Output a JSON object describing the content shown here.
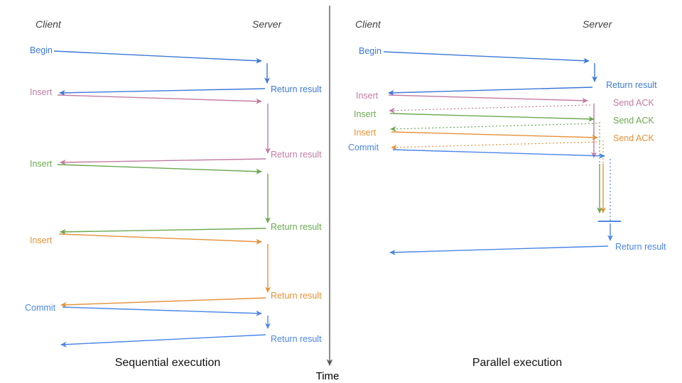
{
  "palette": {
    "begin_blue": "#3c78d8",
    "commit_blue": "#4a86e8",
    "insert_pink": "#c27ba0",
    "insert_green": "#6aa84f",
    "insert_orange": "#e69138",
    "time_axis_gray": "#595959",
    "lifeline_header_gray": "#434343"
  },
  "left": {
    "client": "Client",
    "server": "Server",
    "caption": "Sequential execution",
    "ops": [
      {
        "label": "Begin",
        "response": "Return result",
        "color": "#3c78d8"
      },
      {
        "label": "Insert",
        "response": "Return result",
        "color": "#c27ba0"
      },
      {
        "label": "Insert",
        "response": "Return result",
        "color": "#6aa84f"
      },
      {
        "label": "Insert",
        "response": "Return result",
        "color": "#e69138"
      },
      {
        "label": "Commit",
        "response": "Return result",
        "color": "#4a86e8"
      }
    ]
  },
  "right": {
    "client": "Client",
    "server": "Server",
    "caption": "Parallel execution",
    "ops": [
      {
        "label": "Begin",
        "response": "Return result",
        "color": "#3c78d8"
      },
      {
        "label": "Insert",
        "response": "Send ACK",
        "color": "#c27ba0"
      },
      {
        "label": "Insert",
        "response": "Send ACK",
        "color": "#6aa84f"
      },
      {
        "label": "Insert",
        "response": "Send ACK",
        "color": "#e69138"
      },
      {
        "label": "Commit",
        "response": "Return result",
        "color": "#4a86e8"
      }
    ]
  },
  "time_axis": {
    "label": "Time"
  }
}
